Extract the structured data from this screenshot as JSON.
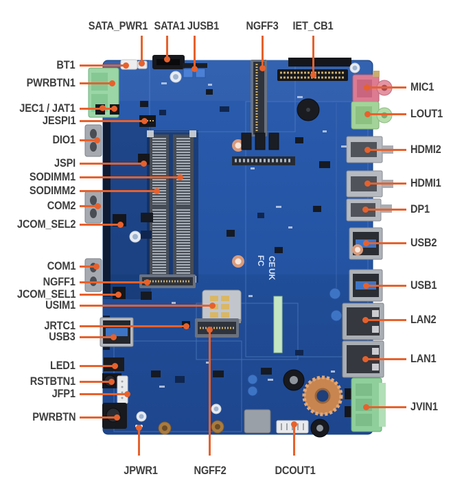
{
  "colors": {
    "accent": "#E7612C",
    "label_text": "#3E3E3E",
    "board_blue": "#2454A4",
    "background": "#FFFFFF"
  },
  "callouts": {
    "top": [
      "SATA_PWR1",
      "SATA1",
      "JUSB1",
      "NGFF3",
      "IET_CB1"
    ],
    "left": [
      "BT1",
      "PWRBTN1",
      "JEC1 / JAT1",
      "JESPI1",
      "DIO1",
      "JSPI",
      "SODIMM1",
      "SODIMM2",
      "COM2",
      "JCOM_SEL2",
      "COM1",
      "NGFF1",
      "JCOM_SEL1",
      "USIM1",
      "JRTC1",
      "USB3",
      "LED1",
      "RSTBTN1",
      "JFP1",
      "PWRBTN"
    ],
    "right": [
      "MIC1",
      "LOUT1",
      "HDMI2",
      "HDMI1",
      "DP1",
      "USB2",
      "USB1",
      "LAN2",
      "LAN1",
      "JVIN1"
    ],
    "bottom": [
      "JPWR1",
      "NGFF2",
      "DCOUT1"
    ]
  },
  "board_markings": [
    "FC",
    "CE",
    "UK"
  ]
}
